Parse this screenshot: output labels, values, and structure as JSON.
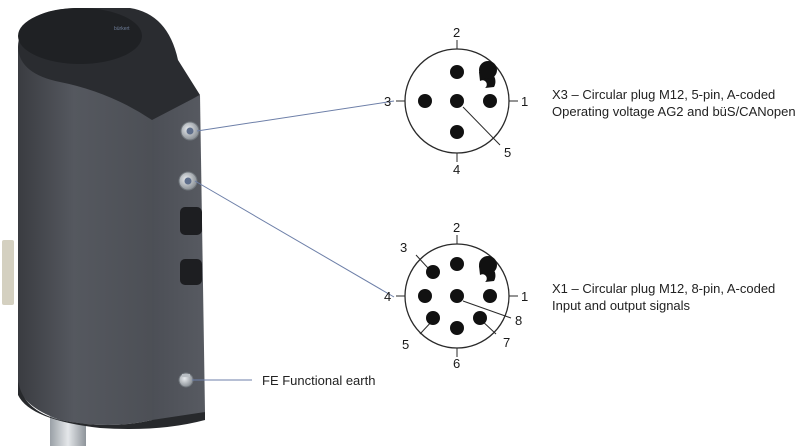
{
  "device": {
    "logo_text": "bürkert"
  },
  "connectors": [
    {
      "id": "x3",
      "title": "X3 – Circular plug M12, 5-pin, A-coded",
      "subtitle": "Operating voltage AG2 and büS/CANopen",
      "pins": [
        "1",
        "2",
        "3",
        "4",
        "5"
      ]
    },
    {
      "id": "x1",
      "title": "X1 – Circular plug M12, 8-pin, A-coded",
      "subtitle": "Input and output signals",
      "pins": [
        "1",
        "2",
        "3",
        "4",
        "5",
        "6",
        "7",
        "8"
      ]
    }
  ],
  "earth": {
    "label": "FE Functional earth"
  },
  "colors": {
    "housing_dark": "#2b2d30",
    "housing_body": "#4a4d54",
    "leader_line": "#6d7fa8",
    "pin": "#111111"
  }
}
